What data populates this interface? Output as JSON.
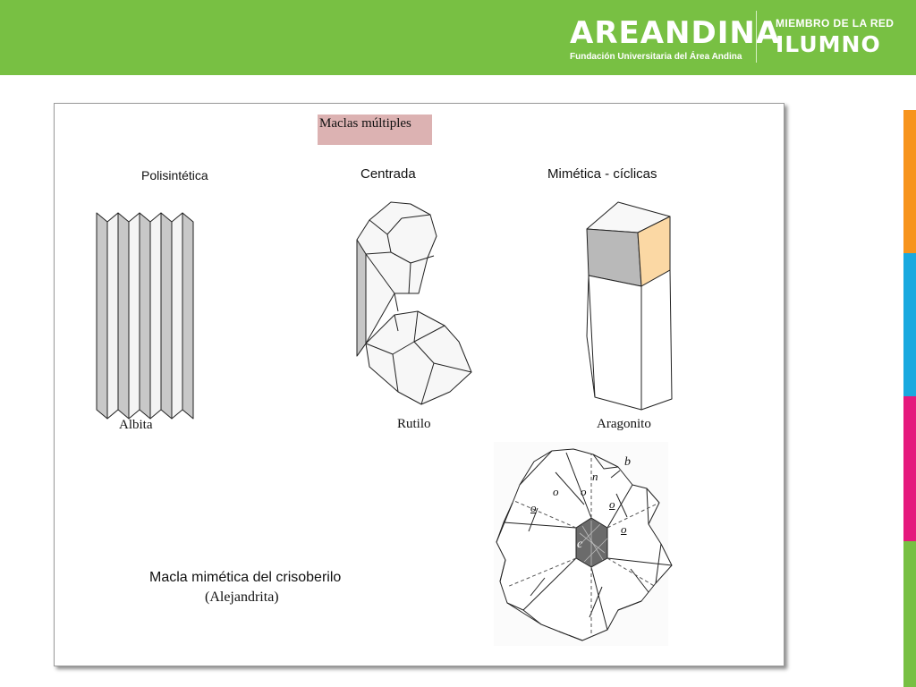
{
  "header": {
    "brand_name": "AREANDINA",
    "brand_subtitle": "Fundación Universitaria del Área Andina",
    "network_label": "MIEMBRO DE LA RED",
    "network_name": "ILUMNO",
    "bar_color": "#78c043"
  },
  "side_stripes": [
    {
      "name": "orange",
      "color": "#f7941d"
    },
    {
      "name": "blue",
      "color": "#1aa9df"
    },
    {
      "name": "magenta",
      "color": "#e5197d"
    },
    {
      "name": "green",
      "color": "#78c043"
    }
  ],
  "diagram": {
    "title": "Maclas múltiples",
    "categories": {
      "polisintetica": "Polisintética",
      "centrada": "Centrada",
      "mimetica": "Mimética - cíclicas"
    },
    "examples": {
      "albita": "Albita",
      "rutilo": "Rutilo",
      "aragonito": "Aragonito"
    },
    "crisoberilo": {
      "caption_line1": "Macla mimética del crisoberilo",
      "caption_line2": "(Alejandrita)",
      "face_labels": [
        "b",
        "n",
        "o",
        "o",
        "o",
        "o",
        "o",
        "c"
      ]
    }
  }
}
